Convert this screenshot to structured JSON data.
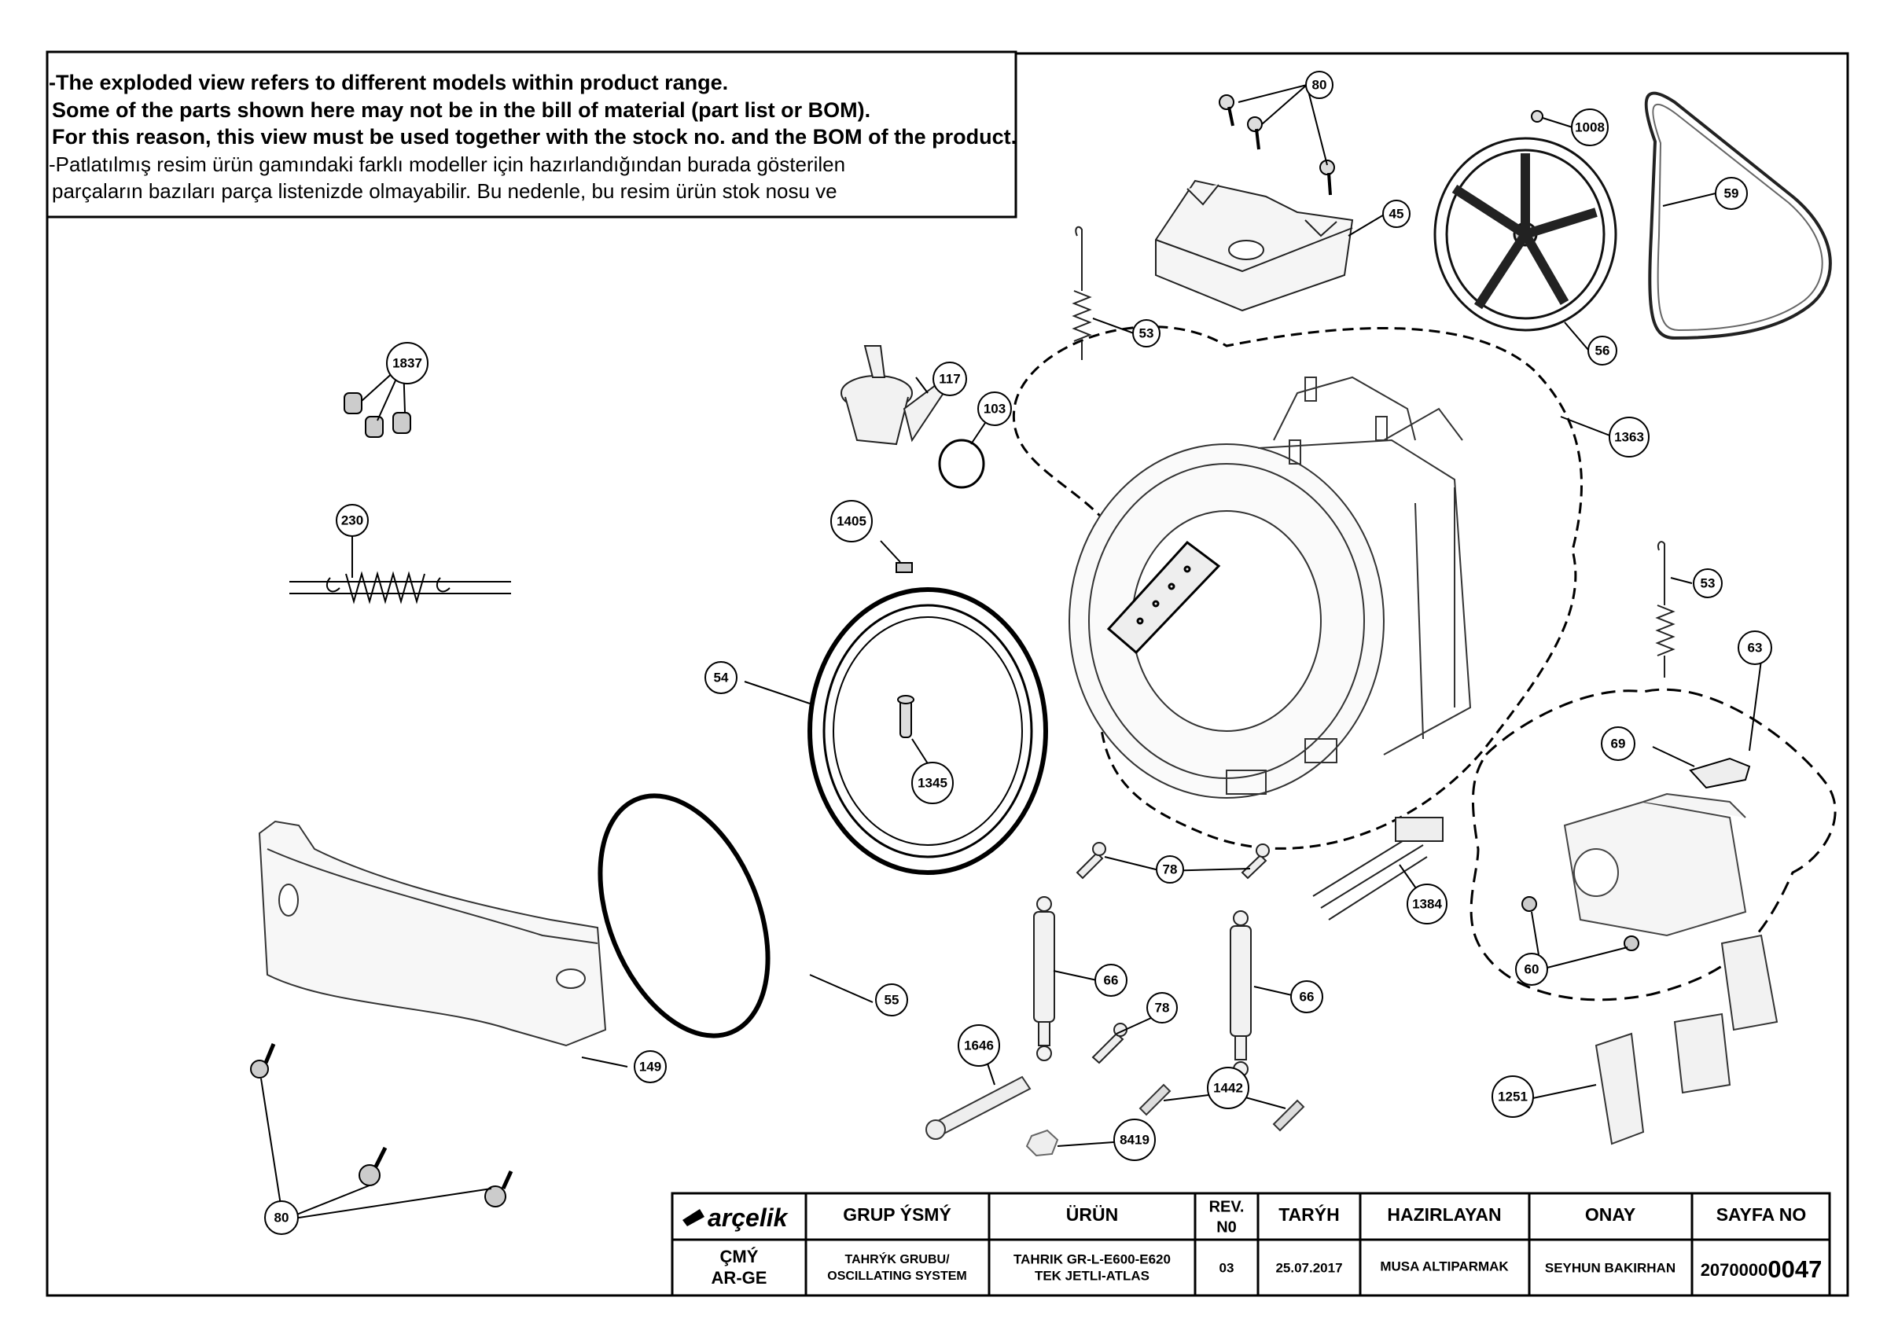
{
  "notes": {
    "en_line1": "-The exploded view refers to different models within product range.",
    "en_line2": "Some of the parts shown here may not be in the bill of material (part list or BOM).",
    "en_line3": "For this reason, this view must be used together with the stock no. and the BOM of the product.",
    "tr_line1": "-Patlatılmış resim ürün gamındaki farklı modeller için hazırlandığından burada gösterilen",
    "tr_line2": "parçaların bazıları parça listenizde olmayabilir. Bu nedenle, bu resim ürün stok nosu ve"
  },
  "callouts": {
    "c80_top": "80",
    "c1008": "1008",
    "c59": "59",
    "c45": "45",
    "c53_top": "53",
    "c56": "56",
    "c1837": "1837",
    "c117": "117",
    "c103": "103",
    "c1363": "1363",
    "c230": "230",
    "c1405": "1405",
    "c53_right": "53",
    "c63": "63",
    "c54": "54",
    "c69": "69",
    "c1345": "1345",
    "c78_top": "78",
    "c1384": "1384",
    "c60": "60",
    "c66_left": "66",
    "c66_right": "66",
    "c55": "55",
    "c78_bottom": "78",
    "c1646": "1646",
    "c149": "149",
    "c1442": "1442",
    "c1251": "1251",
    "c8419": "8419",
    "c80_bottom": "80"
  },
  "title_block": {
    "logo": "arçelik",
    "headers": {
      "grup": "GRUP ÝSMÝ",
      "urun": "ÜRÜN",
      "rev": "REV.",
      "rev2": "N0",
      "tarih": "TARÝH",
      "hazirlayan": "HAZIRLAYAN",
      "onay": "ONAY",
      "sayfa": "SAYFA NO"
    },
    "values": {
      "dept1": "ÇMÝ",
      "dept2": "AR-GE",
      "grup1": "TAHRÝK GRUBU/",
      "grup2": "OSCILLATING SYSTEM",
      "urun1": "TAHRIK GR-L-E600-E620",
      "urun2": "TEK JETLI-ATLAS",
      "rev": "03",
      "tarih": "25.07.2017",
      "hazirlayan": "MUSA ALTIPARMAK",
      "onay": "SEYHUN BAKIRHAN",
      "sayfa_prefix": "2070000",
      "sayfa_suffix": "0047"
    }
  }
}
